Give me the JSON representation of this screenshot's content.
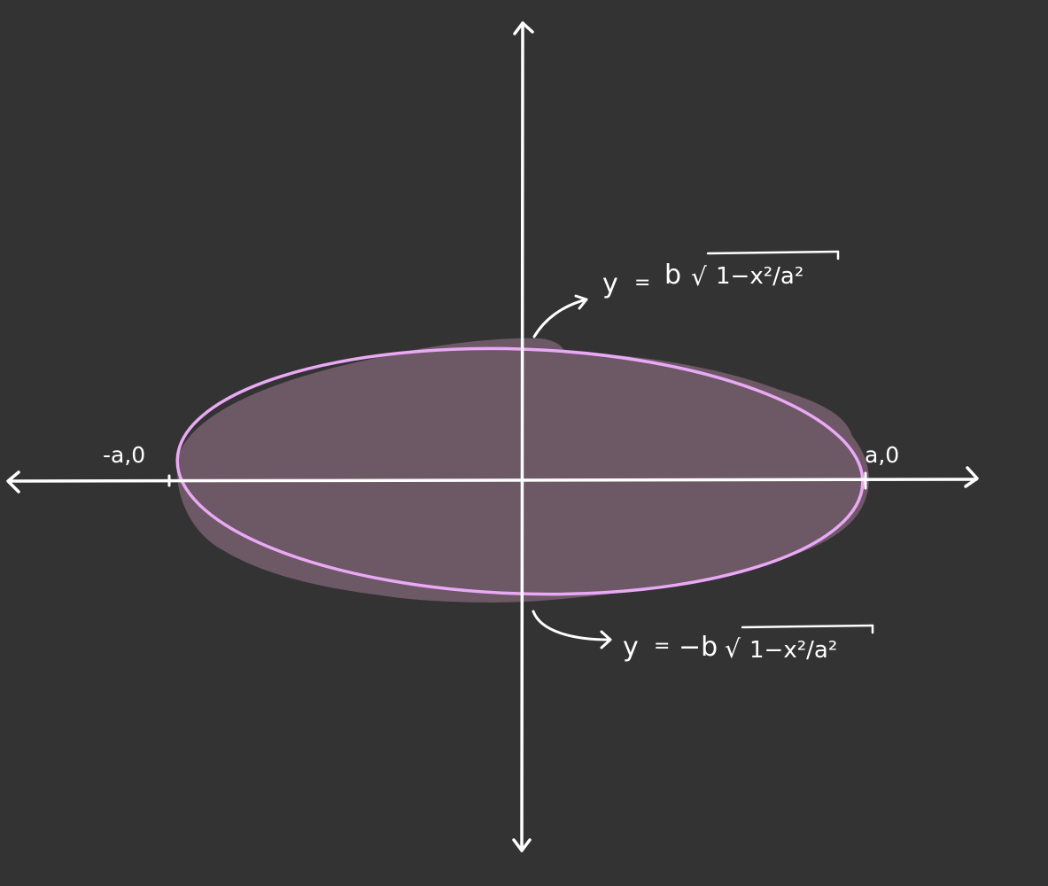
{
  "colors": {
    "background": "#333333",
    "axis": "#ffffff",
    "ellipse_stroke": "#eaa9f5",
    "ellipse_fill": "#715b69",
    "text": "#ffffff"
  },
  "labels": {
    "left_vertex": "-a,0",
    "right_vertex": "a,0",
    "upper_curve": {
      "lhs": "y",
      "eq": "=",
      "coef": "b",
      "radical": "√",
      "radicand": "1−x²/a²"
    },
    "lower_curve": {
      "lhs": "y",
      "eq": "=",
      "coef": "−b",
      "radical": "√",
      "radicand": "1−x²/a²"
    }
  }
}
